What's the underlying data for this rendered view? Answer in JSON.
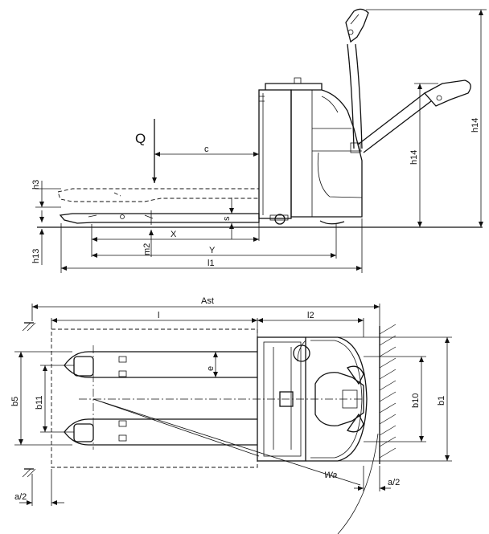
{
  "side_view": {
    "labels": {
      "Q": "Q",
      "c": "c",
      "h3": "h3",
      "s": "s",
      "h13": "h13",
      "m2": "m2",
      "X": "X",
      "Y": "Y",
      "l1": "l1",
      "h14_inner": "h14",
      "h14_outer": "h14"
    }
  },
  "top_view": {
    "labels": {
      "Ast": "Ast",
      "l": "l",
      "l2": "l2",
      "e": "e",
      "b5": "b5",
      "b11": "b11",
      "b10": "b10",
      "b1": "b1",
      "Wa": "Wa",
      "a2_left": "a/2",
      "a2_right": "a/2"
    }
  }
}
